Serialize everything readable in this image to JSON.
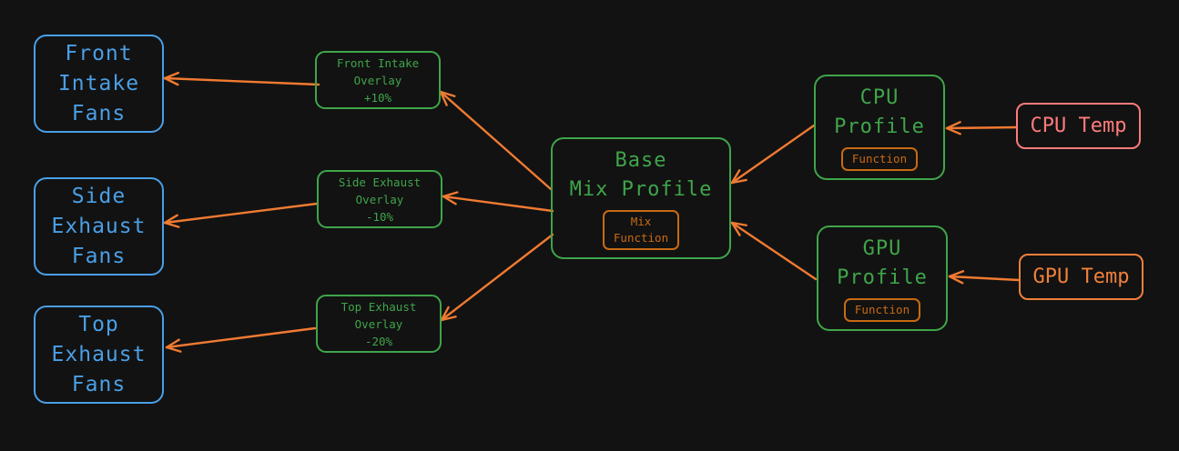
{
  "diagram": {
    "fans": {
      "front": "Front\nIntake\nFans",
      "side": "Side\nExhaust\nFans",
      "top": "Top\nExhaust\nFans"
    },
    "overlays": {
      "front": "Front Intake\nOverlay\n+10%",
      "side": "Side Exhaust\nOverlay\n-10%",
      "top": "Top Exhaust\nOverlay\n-20%"
    },
    "base_profile": {
      "title": "Base\nMix Profile",
      "function_label": "Mix\nFunction"
    },
    "cpu_profile": {
      "title": "CPU\nProfile",
      "function_label": "Function"
    },
    "gpu_profile": {
      "title": "GPU\nProfile",
      "function_label": "Function"
    },
    "sensors": {
      "cpu": "CPU Temp",
      "gpu": "GPU Temp"
    }
  },
  "colors": {
    "background": "#121212",
    "fan_blue": "#4a9fe6",
    "node_green": "#3fa54a",
    "function_orange": "#c86a14",
    "arrow_orange": "#f07a32",
    "cpu_temp_red": "#ff7b7b",
    "gpu_temp_orange": "#f0803a"
  }
}
